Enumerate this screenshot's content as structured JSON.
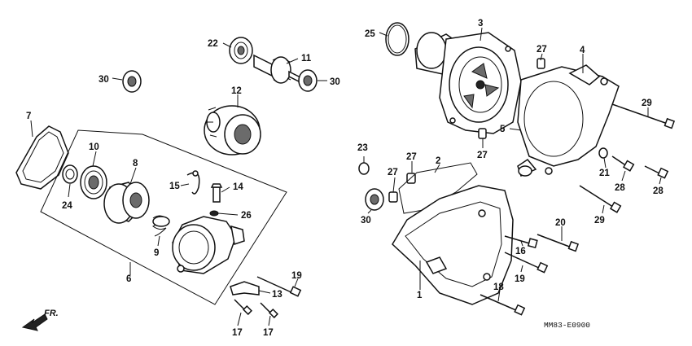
{
  "diagram": {
    "drawing_code": "MM83-E0900",
    "direction_label": "FR.",
    "callouts": {
      "c1": "1",
      "c2": "2",
      "c3": "3",
      "c4": "4",
      "c5": "5",
      "c6": "6",
      "c7": "7",
      "c8": "8",
      "c9": "9",
      "c10": "10",
      "c11": "11",
      "c12": "12",
      "c13": "13",
      "c14": "14",
      "c15": "15",
      "c16": "16",
      "c17a": "17",
      "c17b": "17",
      "c18": "18",
      "c19a": "19",
      "c19b": "19",
      "c20": "20",
      "c21": "21",
      "c22": "22",
      "c23": "23",
      "c24": "24",
      "c25": "25",
      "c26": "26",
      "c27a": "27",
      "c27b": "27",
      "c27c": "27",
      "c27d": "27",
      "c28a": "28",
      "c28b": "28",
      "c29a": "29",
      "c29b": "29",
      "c30a": "30",
      "c30b": "30",
      "c30c": "30"
    }
  }
}
